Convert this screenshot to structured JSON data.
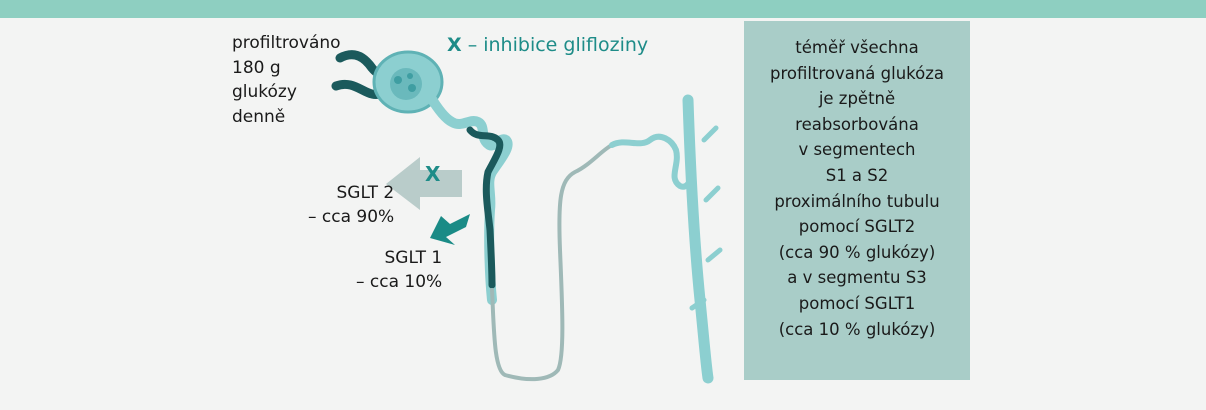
{
  "filtered_label": [
    "profiltrováno",
    "180 g",
    "glukózy",
    "denně"
  ],
  "inhibition_label": {
    "mark": "X",
    "text": " – inhibice glifloziny"
  },
  "arrow_mark": "X",
  "sglt2_label": [
    "SGLT 2",
    "– cca 90%"
  ],
  "sglt1_label": [
    "SGLT 1",
    "– cca 10%"
  ],
  "info_box": [
    "téměř všechna",
    "profiltrovaná glukóza",
    "je zpětně",
    "reabsorbována",
    "v segmentech",
    "S1 a S2",
    "proximálního tubulu",
    "pomocí SGLT2",
    "(cca 90 % glukózy)",
    "a v segmentu S3",
    "pomocí SGLT1",
    "(cca 10 % glukózy)"
  ],
  "colors": {
    "header_bar": "#8ecfc1",
    "info_box": "#a9cdc8",
    "accent_teal": "#1e8c88",
    "arrow_light": "#b9ccca",
    "arrow_dark": "#1a8b86",
    "nephron_light": "#8ccfd0",
    "nephron_dark": "#1b5a5c"
  }
}
